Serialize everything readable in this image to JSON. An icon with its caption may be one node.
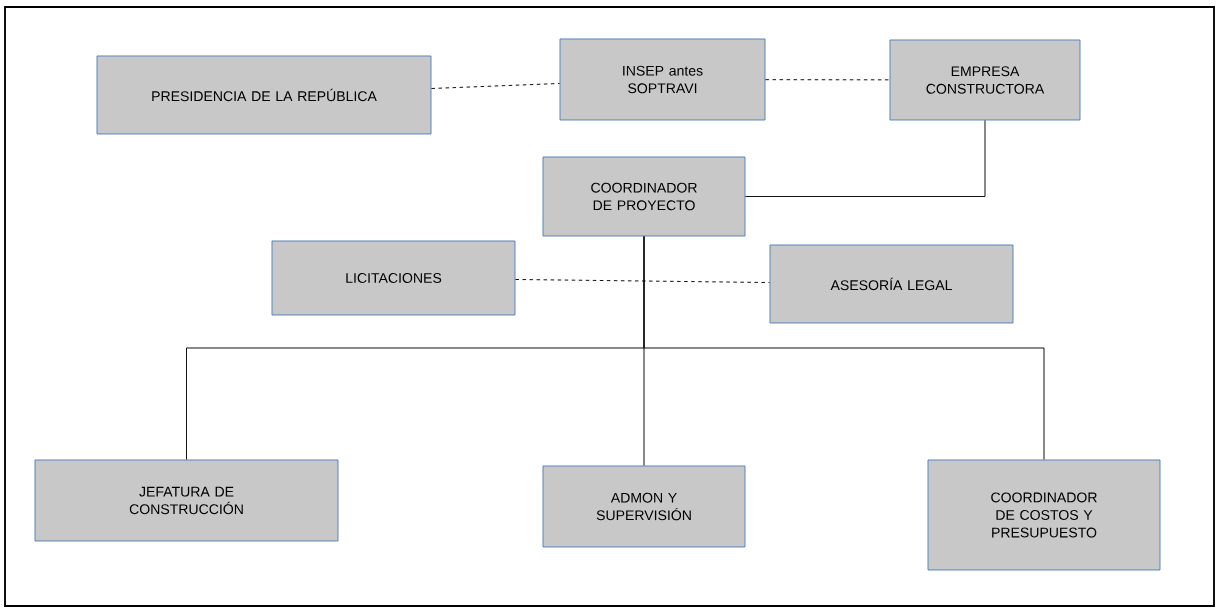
{
  "diagram": {
    "nodes": [
      {
        "text": [
          "PRESIDENCIA DE LA REPÚBLICA"
        ]
      },
      {
        "text": [
          "INSEP antes SOPTRAVI"
        ]
      },
      {
        "text": [
          "EMPRESA CONSTRUCTORA"
        ]
      },
      {
        "text": [
          "COORDINADOR DE PROYECTO"
        ]
      },
      {
        "text": [
          "LICITACIONES"
        ]
      },
      {
        "text": [
          "ASESORÍA LEGAL"
        ]
      },
      {
        "text": [
          "JEFATURA DE CONSTRUCCIÓN"
        ]
      },
      {
        "text": [
          "ADMON Y SUPERVISIÓN"
        ]
      },
      {
        "text": [
          "COORDINADOR DE COSTOS Y PRESUPUESTO"
        ]
      }
    ],
    "edges": [
      {
        "from": 0,
        "to": 1,
        "arrow": "none",
        "style": "dashed"
      },
      {
        "from": 1,
        "to": 2,
        "arrow": "none",
        "style": "dashed"
      },
      {
        "from": 2,
        "to": 3,
        "arrow": "none"
      },
      {
        "from": 4,
        "to": 5,
        "arrow": "none",
        "style": "dashed"
      },
      {
        "from": 3,
        "to": 6,
        "arrow": "none"
      },
      {
        "from": 3,
        "to": 7,
        "arrow": "none"
      },
      {
        "from": 3,
        "to": 8,
        "arrow": "none"
      }
    ]
  }
}
